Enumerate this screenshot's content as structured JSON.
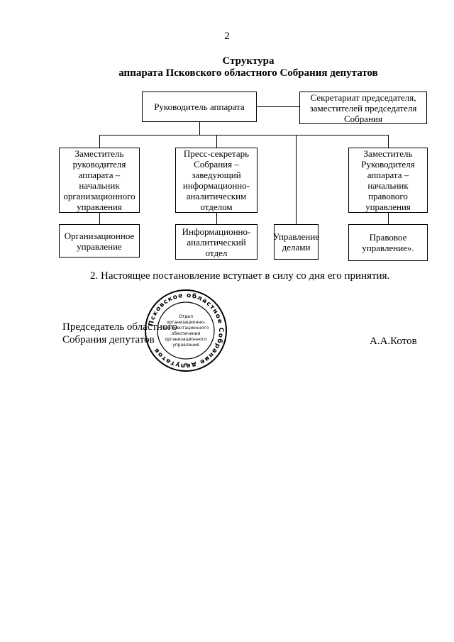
{
  "page_number": "2",
  "title": {
    "line1": "Структура",
    "line2": "аппарата Псковского областного Собрания депутатов"
  },
  "org_chart": {
    "head": "Руководитель аппарата",
    "secretariat": "Секретариат председателя, заместителей председателя Собрания",
    "deputy_org": "Заместитель руководителя аппарата – начальник организационного управления",
    "press_secretary": "Пресс-секретарь Собрания – заведующий информационно-аналитическим отделом",
    "deputy_legal": "Заместитель Руководителя аппарата – начальник правового управления",
    "org_department": "Организационное управление",
    "info_department": "Информационно-аналитический отдел",
    "affairs_department": "Управление делами",
    "legal_department": "Правовое управление»."
  },
  "clause": "2. Настоящее постановление вступает в силу со дня его принятия.",
  "signature": {
    "position_line1": "Председатель областного",
    "position_line2": "Собрания депутатов",
    "name": "А.А.Котов"
  },
  "stamp": {
    "ring_text": "Псковское областное Собрание депутатов",
    "center_text": "Отдел организационно-документационного обеспечения организационного управления"
  }
}
